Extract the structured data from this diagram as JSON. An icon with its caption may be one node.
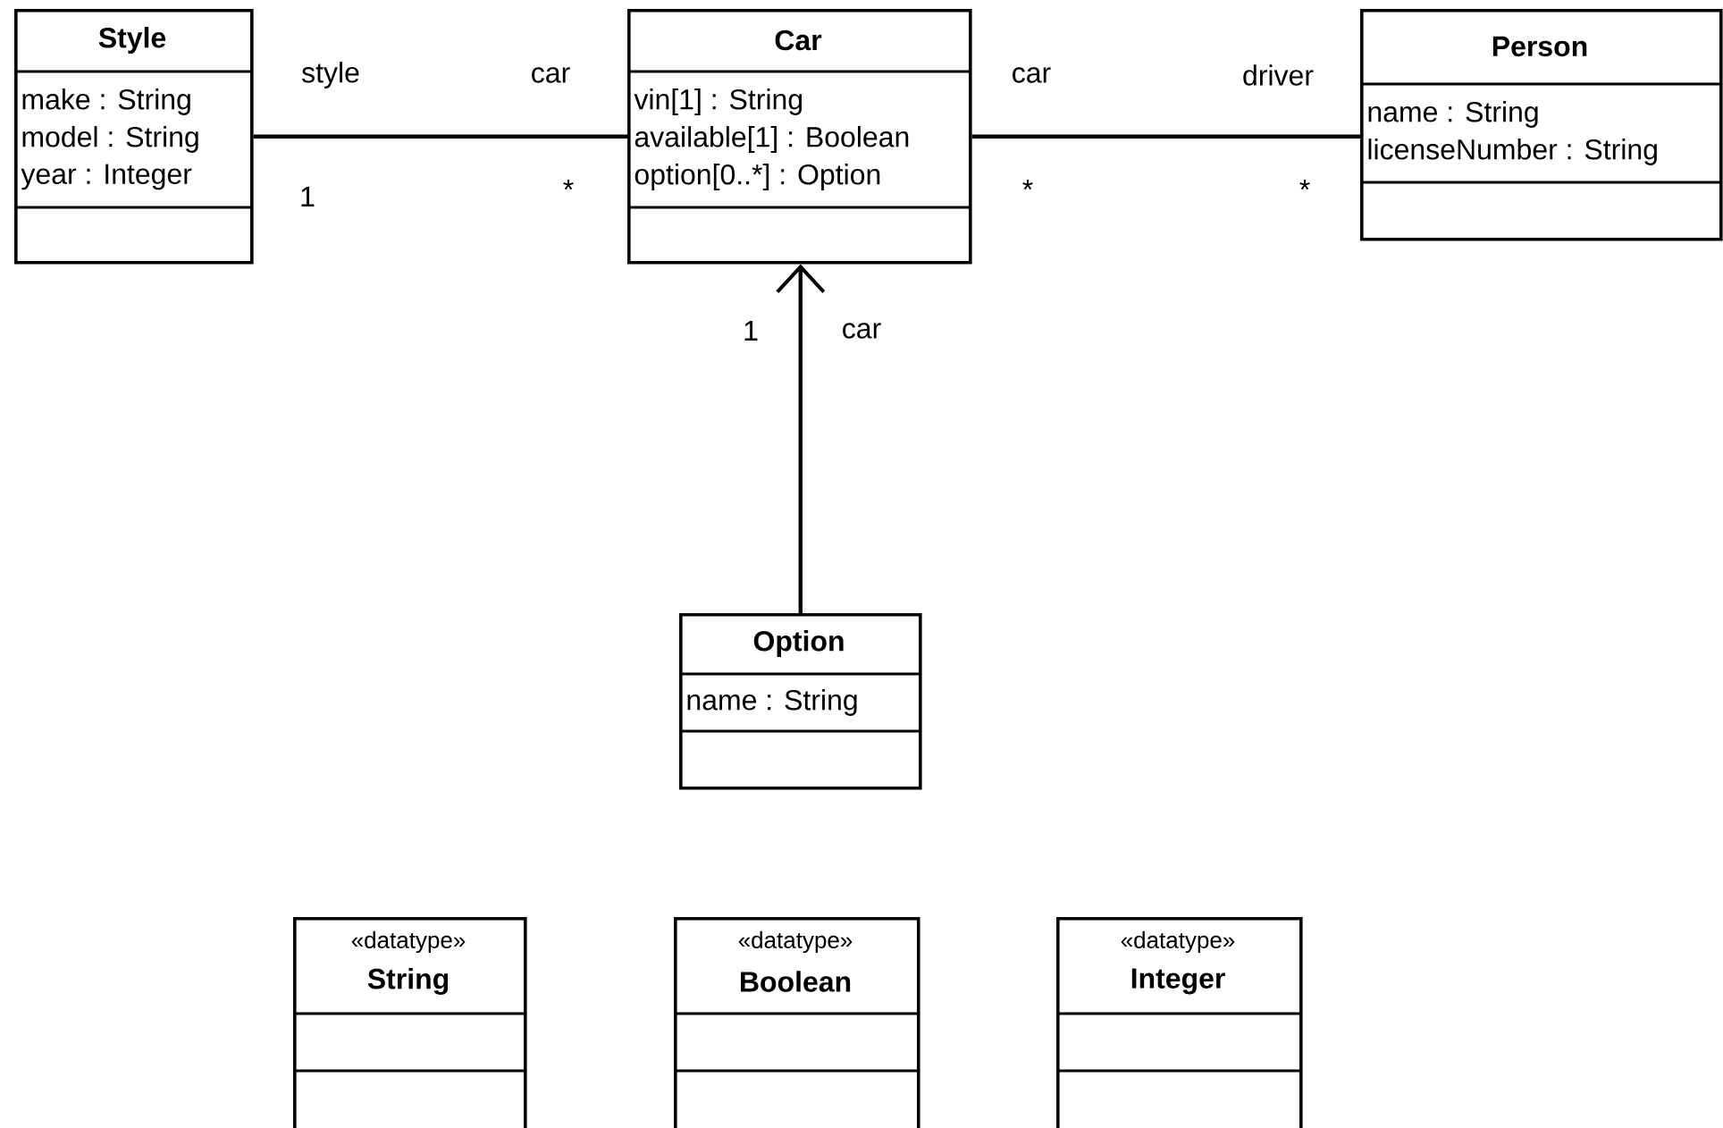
{
  "diagram": {
    "nodes": [
      {
        "text": [
          "Style",
          "make : String",
          "model : String",
          "year : Integer"
        ]
      },
      {
        "text": [
          "Car",
          "vin[1] : String",
          "available[1] : Boolean",
          "option[0..*] : Option"
        ]
      },
      {
        "text": [
          "Person",
          "name : String",
          "licenseNumber : String"
        ]
      },
      {
        "text": [
          "Option",
          "name : String"
        ]
      },
      {
        "text": [
          "«datatype»",
          "String"
        ]
      },
      {
        "text": [
          "«datatype»",
          "Boolean"
        ]
      },
      {
        "text": [
          "«datatype»",
          "Integer"
        ]
      }
    ],
    "edges": [
      {
        "from": 0,
        "to": 1,
        "arrow": "none"
      },
      {
        "from": 1,
        "to": 2,
        "arrow": "none"
      },
      {
        "from": 3,
        "to": 1,
        "arrow": "to"
      }
    ],
    "labels": [
      "style",
      "car",
      "1",
      "*",
      "car",
      "driver",
      "*",
      "*",
      "1",
      "car"
    ]
  }
}
